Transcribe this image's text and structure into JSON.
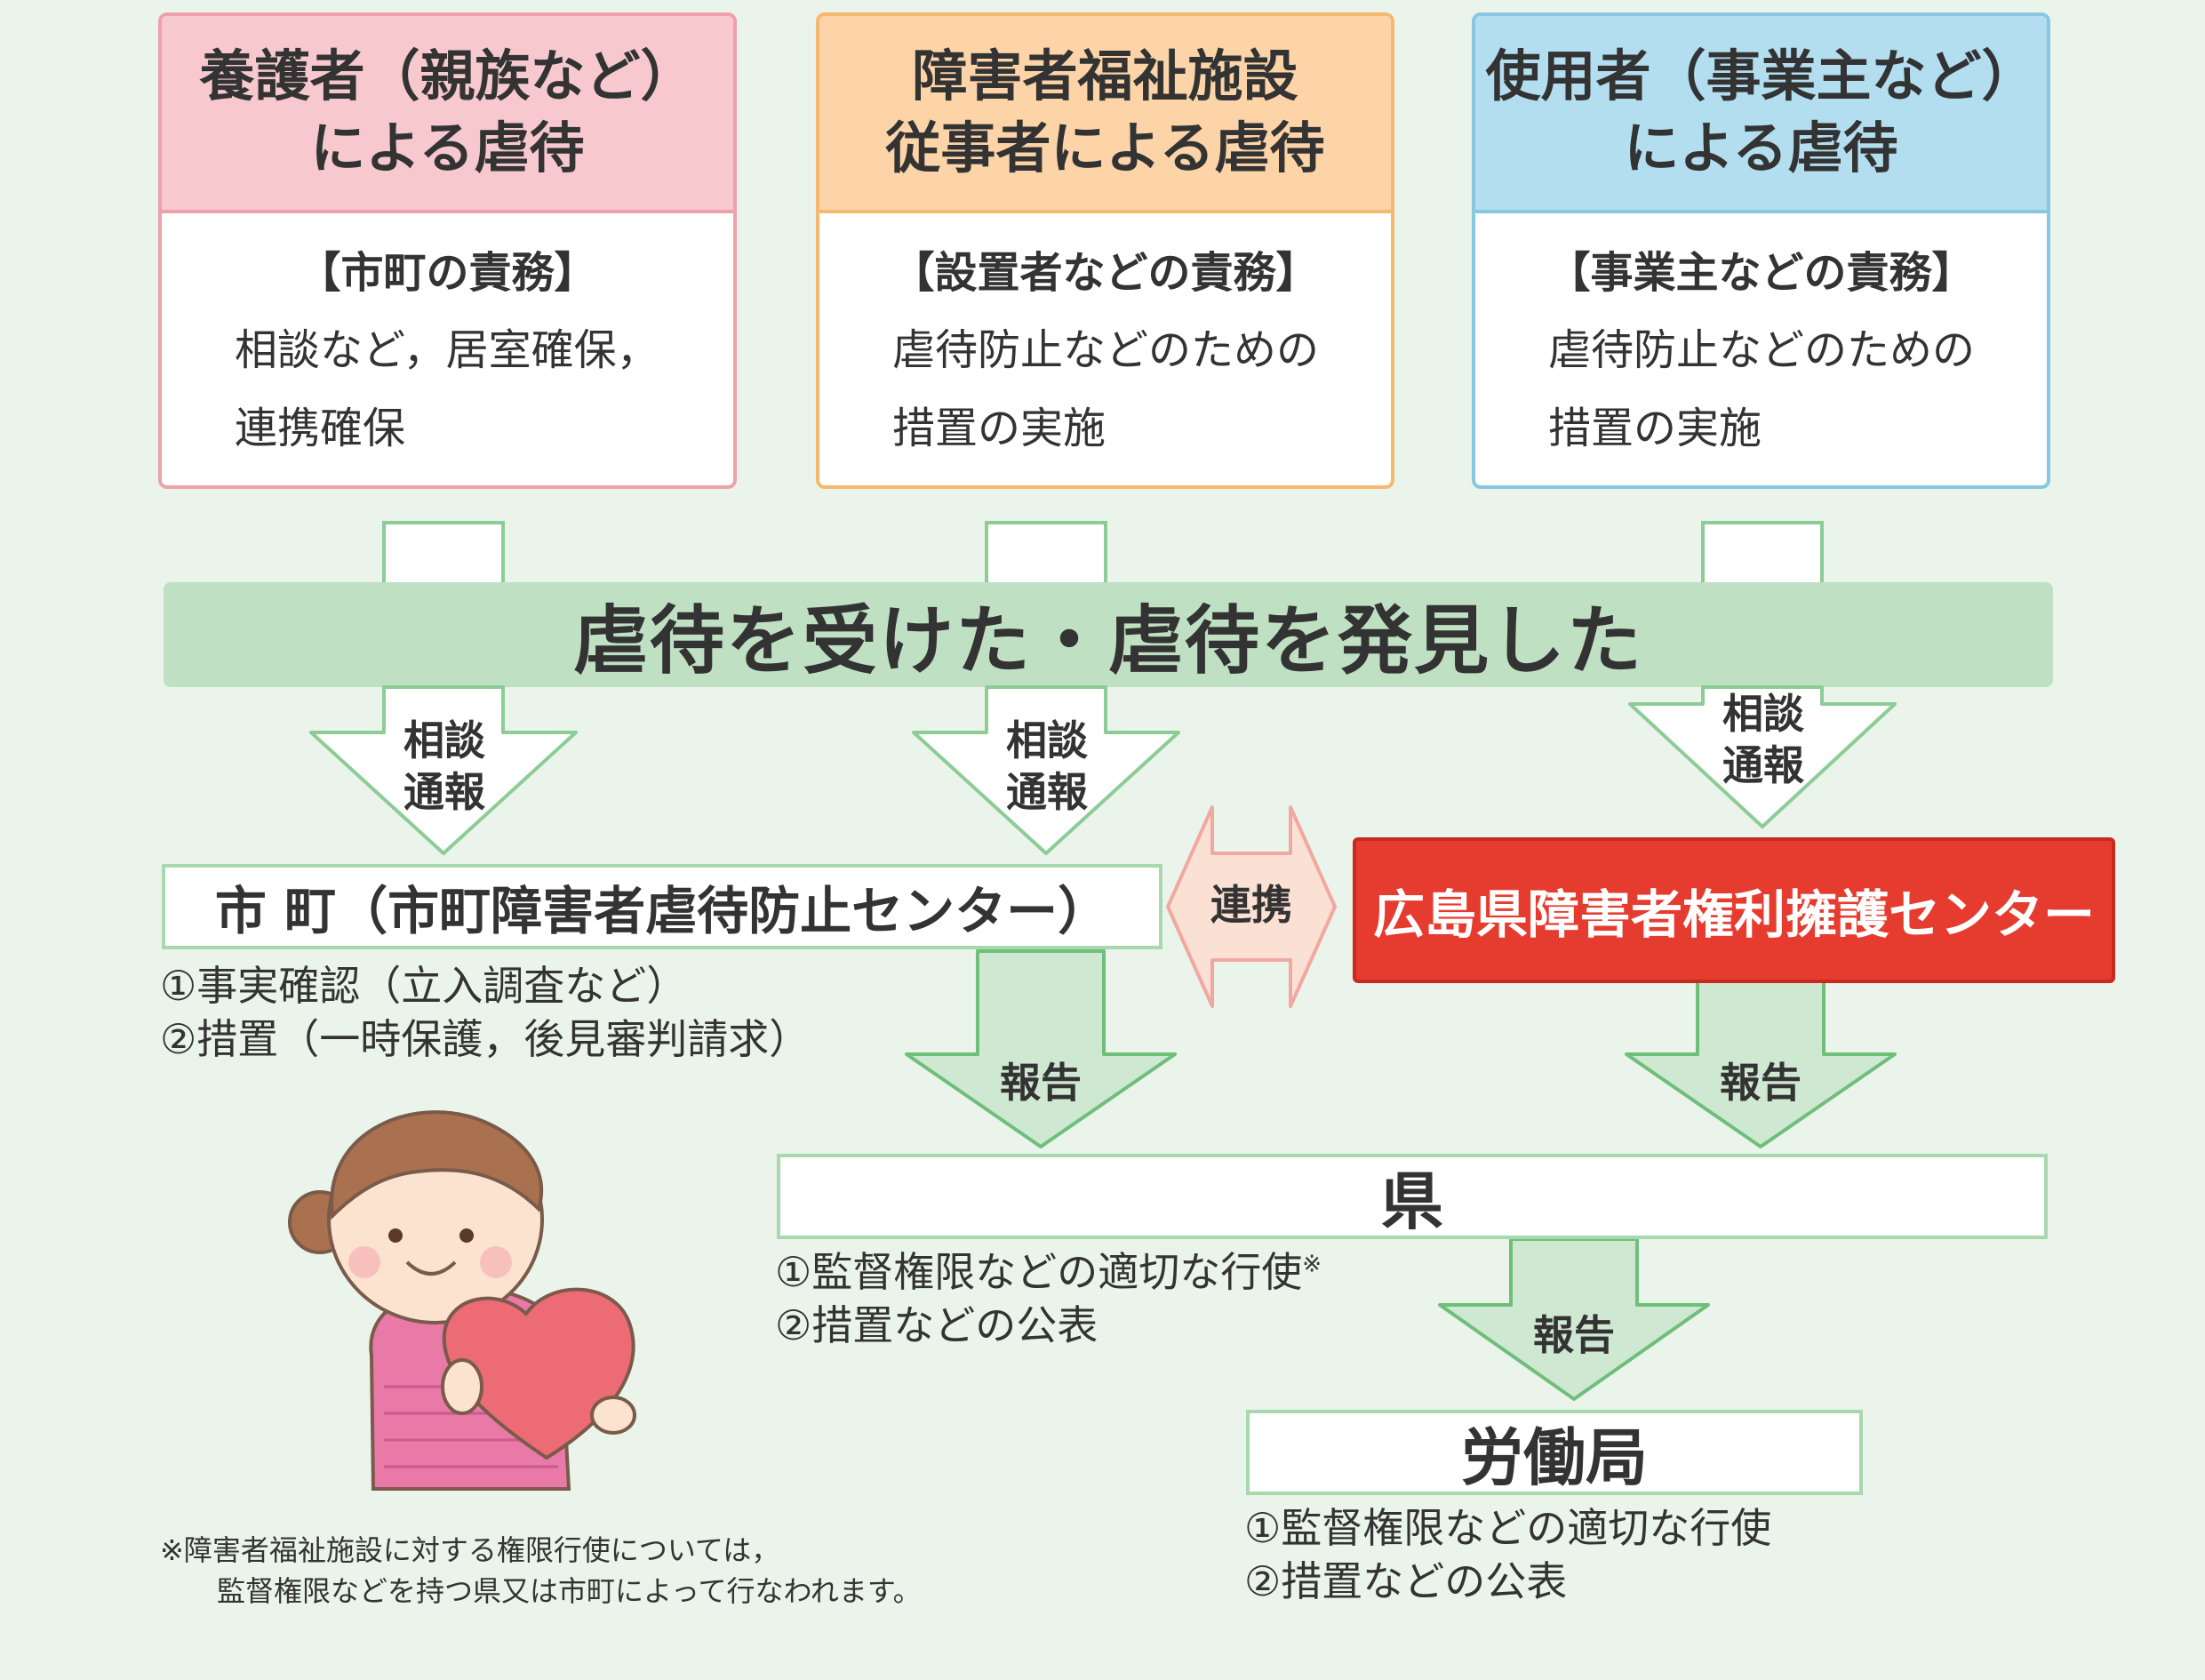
{
  "colors": {
    "background": "#eaf4ea",
    "pink": "#f7c9cf",
    "pink_border": "#f0a0aa",
    "orange": "#fcd4a8",
    "orange_border": "#f5b870",
    "blue": "#b3def0",
    "blue_border": "#88c6e2",
    "green_band": "#bfe0c2",
    "green_border": "#7fc48a",
    "red_center": "#e63c30"
  },
  "boxes": [
    {
      "title": [
        "養護者（親族など）",
        "による虐待"
      ],
      "duty": "【市町の責務】",
      "lines": [
        "相談など，居室確保，",
        "連携確保"
      ]
    },
    {
      "title": [
        "障害者福祉施設",
        "従事者による虐待"
      ],
      "duty": "【設置者などの責務】",
      "lines": [
        "虐待防止などのための",
        "措置の実施"
      ]
    },
    {
      "title": [
        "使用者（事業主など）",
        "による虐待"
      ],
      "duty": "【事業主などの責務】",
      "lines": [
        "虐待防止などのための",
        "措置の実施"
      ]
    }
  ],
  "band_text": "虐待を受けた・虐待を発見した",
  "arrow_labels": {
    "consult_1": "相談",
    "notify_1": "通報",
    "consult_2": "相談",
    "notify_2": "通報",
    "consult_3": "相談",
    "notify_3": "通報",
    "link": "連携",
    "report_1": "報告",
    "report_2": "報告",
    "report_3": "報告"
  },
  "municipal": {
    "name": "市 町（市町障害者虐待防止センター）",
    "items": [
      "①事実確認（立入調査など）",
      "②措置（一時保護，後見審判請求）"
    ]
  },
  "center": {
    "name": "広島県障害者権利擁護センター"
  },
  "prefecture": {
    "name": "県",
    "item1": "①監督権限などの適切な行使",
    "item1_mark": "※",
    "item2": "②措置などの公表"
  },
  "labor": {
    "name": "労働局",
    "items": [
      "①監督権限などの適切な行使",
      "②措置などの公表"
    ]
  },
  "footnote": [
    "※障害者福祉施設に対する権限行使については，",
    "監督権限などを持つ県又は市町によって行なわれます。"
  ]
}
